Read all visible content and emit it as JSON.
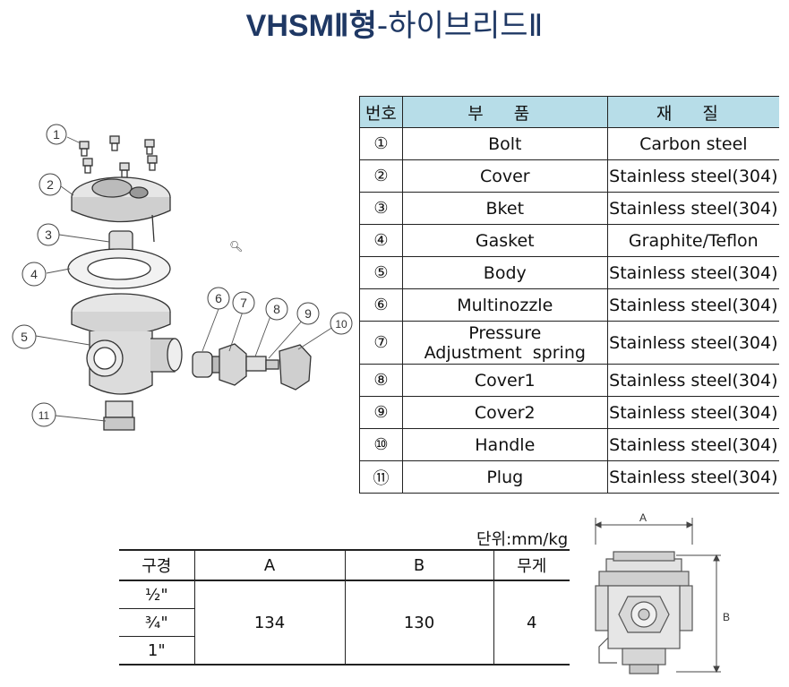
{
  "title": {
    "model": "VHSMⅡ형",
    "dash": "-",
    "name": "하이브리드Ⅱ"
  },
  "parts_table": {
    "headers": [
      "번호",
      "부 품",
      "재 질"
    ],
    "rows": [
      {
        "no": "①",
        "part": "Bolt",
        "material": "Carbon steel"
      },
      {
        "no": "②",
        "part": "Cover",
        "material": "Stainless steel(304)"
      },
      {
        "no": "③",
        "part": "Bket",
        "material": "Stainless steel(304)"
      },
      {
        "no": "④",
        "part": "Gasket",
        "material": "Graphite/Teflon"
      },
      {
        "no": "⑤",
        "part": "Body",
        "material": "Stainless steel(304)"
      },
      {
        "no": "⑥",
        "part": "Multinozzle",
        "material": "Stainless steel(304)"
      },
      {
        "no": "⑦",
        "part_line1": "Pressure",
        "part_line2": "Adjustment  spring",
        "material": "Stainless steel(304)"
      },
      {
        "no": "⑧",
        "part": "Cover1",
        "material": "Stainless steel(304)"
      },
      {
        "no": "⑨",
        "part": "Cover2",
        "material": "Stainless steel(304)"
      },
      {
        "no": "⑩",
        "part": "Handle",
        "material": "Stainless steel(304)"
      },
      {
        "no": "⑪",
        "part": "Plug",
        "material": "Stainless steel(304)"
      }
    ]
  },
  "unit_label": "단위:mm/kg",
  "dims_table": {
    "headers": [
      "구경",
      "A",
      "B",
      "무게"
    ],
    "sizes": [
      "½\"",
      "¾\"",
      "1\""
    ],
    "A": "134",
    "B": "130",
    "weight": "4"
  },
  "diagram": {
    "callouts": [
      "1",
      "2",
      "3",
      "4",
      "5",
      "6",
      "7",
      "8",
      "9",
      "10",
      "11"
    ],
    "dim_labels": {
      "a": "A",
      "b": "B"
    }
  }
}
